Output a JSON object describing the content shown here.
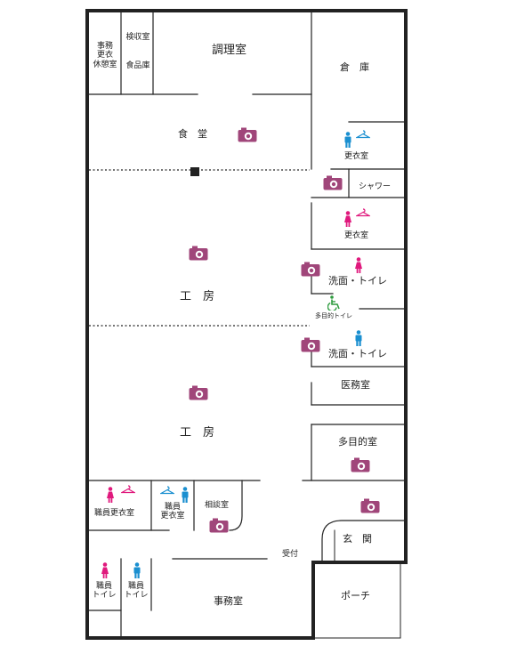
{
  "colors": {
    "wall": "#222222",
    "camera": "#a0467a",
    "female": "#e0197d",
    "male": "#1a8fd0",
    "accessible": "#2e9c3f"
  },
  "rooms": {
    "jimu_koui": "事務\n更衣\n休憩室",
    "kenshu": "検収室",
    "shokuhin": "食品庫",
    "chouri": "調理室",
    "souko": "倉　庫",
    "shokudou": "食　堂",
    "koui_m": "更衣室",
    "shower": "シャワー",
    "koui_f": "更衣室",
    "senmen_f": "洗面・トイレ",
    "tamokuteki_toilet": "多目的トイレ",
    "senmen_m": "洗面・トイレ",
    "koubou1": "工　房",
    "koubou2": "工　房",
    "imu": "医務室",
    "tamokuteki": "多目的室",
    "shokuin_koui_f": "職員更衣室",
    "shokuin_koui_m": "職員\n更衣室",
    "soudan": "相談室",
    "genkan": "玄　関",
    "uketsuke": "受付",
    "shokuin_toilet_f": "職員\nトイレ",
    "shokuin_toilet_m": "職員\nトイレ",
    "jimu": "事務室",
    "porch": "ポーチ"
  },
  "icons": {
    "camera": "camera-icon",
    "female": "female-icon",
    "male": "male-icon",
    "hanger": "hanger-icon",
    "wheelchair": "wheelchair-icon"
  }
}
